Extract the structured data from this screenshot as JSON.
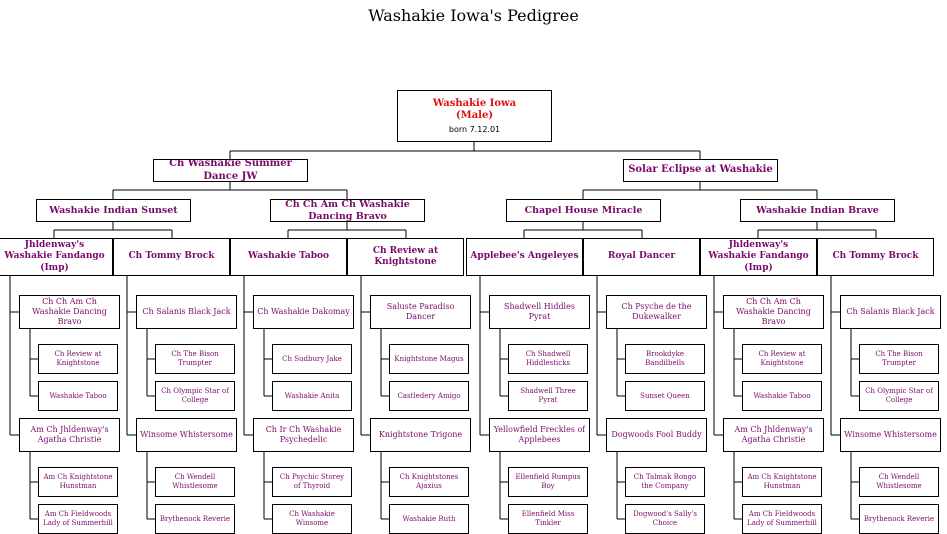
{
  "title": "Washakie Iowa's Pedigree",
  "root": {
    "name": "Washakie Iowa",
    "sex": "(Male)",
    "born": "born 7.12.01"
  },
  "sire": {
    "name": "Ch Washakie Summer Dance JW",
    "sire": {
      "name": "Washakie Indian Sunset",
      "sire": {
        "name": "Jhldenway's Washakie Fandango (Imp)",
        "sire": {
          "name": "Ch Ch Am Ch Washakie Dancing Bravo",
          "sire": "Ch Review at Knightstone",
          "dam": "Washakie Taboo"
        },
        "dam": {
          "name": "Am Ch Jhldenway's Agatha Christie",
          "sire": "Am Ch Knightstone Hunstman",
          "dam": "Am Ch Fieldwoods Lady of Summerhill"
        }
      },
      "dam": {
        "name": "Ch Tommy Brock",
        "sire": {
          "name": "Ch Salanis Black Jack",
          "sire": "Ch The Bison Trumpter",
          "dam": "Ch Olympic Star of College"
        },
        "dam": {
          "name": "Winsome Whistersome",
          "sire": "Ch Wendell Whistlesome",
          "dam": "Brythenock Reverie"
        }
      }
    },
    "dam": {
      "name": "Ch Ch Am Ch Washakie Dancing Bravo",
      "sire": {
        "name": "Washakie Taboo",
        "sire": {
          "name": "Ch Washakie Dakomay",
          "sire": "Ch Sudbury Jake",
          "dam": "Washakie Anita"
        },
        "dam": {
          "name": "Ch Ir Ch Washakie Psychedelic",
          "sire": "Ch Psychic Storey of Thyroid",
          "dam": "Ch Washakie Winsome"
        }
      },
      "dam": {
        "name": "Ch Review at Knightstone",
        "sire": {
          "name": "Saluste Paradiso Dancer",
          "sire": "Knightstone Magus",
          "dam": "Castledery Amigo"
        },
        "dam": {
          "name": "Knightstone Trigone",
          "sire": "Ch Knightstones Ajaxius",
          "dam": "Washakie Ruth"
        }
      }
    }
  },
  "dam": {
    "name": "Solar Eclipse at Washakie",
    "sire": {
      "name": "Chapel House Miracle",
      "sire": {
        "name": "Applebee's Angeleyes",
        "sire": {
          "name": "Shadwell Hiddles Pyrat",
          "sire": "Ch Shadwell Hiddlesticks",
          "dam": "Shadwell Three Pyrat"
        },
        "dam": {
          "name": "Yellowfield Freckles of Applebees",
          "sire": "Ellenfield Rumpus Boy",
          "dam": "Ellenfield Miss Tinkler"
        }
      },
      "dam": {
        "name": "Royal Dancer",
        "sire": {
          "name": "Ch Psyche de the Dukewalker",
          "sire": "Brookdyke Bandilbells",
          "dam": "Sunset Queen"
        },
        "dam": {
          "name": "Dogwoods Fool Buddy",
          "sire": "Ch Talmak Bongo the Company",
          "dam": "Dogwood's Sally's Choice"
        }
      }
    },
    "dam": {
      "name": "Washakie Indian Brave",
      "sire": {
        "name": "Jhldenway's Washakie Fandango (Imp)",
        "sire": {
          "name": "Ch Ch Am Ch Washakie Dancing Bravo",
          "sire": "Ch Review at Knightstone",
          "dam": "Washakie Taboo"
        },
        "dam": {
          "name": "Am Ch Jhldenway's Agatha Christie",
          "sire": "Am Ch Knightstone Hunstman",
          "dam": "Am Ch Fieldwoods Lady of Summerhill"
        }
      },
      "dam": {
        "name": "Ch Tommy Brock",
        "sire": {
          "name": "Ch Salanis Black Jack",
          "sire": "Ch The Bison Trumpter",
          "dam": "Ch Olympic Star of College"
        },
        "dam": {
          "name": "Winsome Whistersome",
          "sire": "Ch Wendell Whistlesome",
          "dam": "Brythenock Reverie"
        }
      }
    }
  }
}
